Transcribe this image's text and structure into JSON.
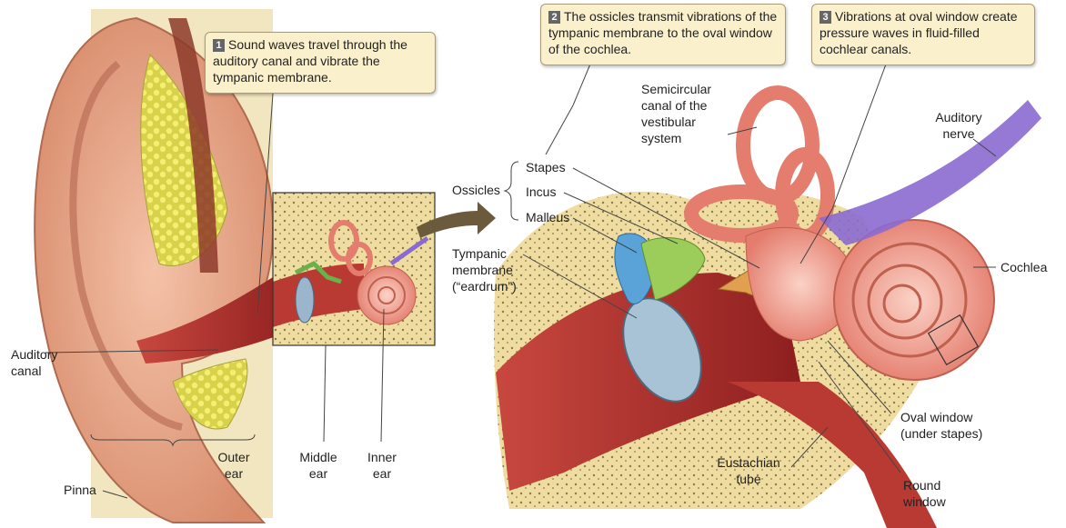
{
  "callouts": [
    {
      "number": "1",
      "text": "Sound waves travel through the auditory canal and vibrate the tympanic membrane."
    },
    {
      "number": "2",
      "text": "The ossicles transmit vibrations of the tympanic membrane to the oval window of the cochlea."
    },
    {
      "number": "3",
      "text": "Vibrations at oval window create pressure waves in fluid-filled cochlear canals."
    }
  ],
  "labels": {
    "auditory_canal": "Auditory canal",
    "pinna": "Pinna",
    "outer_ear": "Outer ear",
    "middle_ear": "Middle ear",
    "inner_ear": "Inner ear",
    "ossicles": "Ossicles",
    "stapes": "Stapes",
    "incus": "Incus",
    "malleus": "Malleus",
    "tympanic_membrane": "Tympanic membrane (“eardrum”)",
    "semicircular_canal": "Semicircular canal of the vestibular system",
    "auditory_nerve": "Auditory nerve",
    "cochlea": "Cochlea",
    "oval_window": "Oval window (under stapes)",
    "eustachian_tube": "Eustachian tube",
    "round_window": "Round window"
  },
  "colors": {
    "skin": "#e9a98c",
    "skin_dark": "#c97a5c",
    "bone": "#f1e2a8",
    "fat": "#f2ea5a",
    "canal_red": "#b8322f",
    "canal_dark": "#8e1f1f",
    "eardrum": "#a9c3d6",
    "malleus": "#5aa3d8",
    "incus": "#9ccc5a",
    "stapes": "#e0a050",
    "cochlea": "#f2a79a",
    "nerve": "#8a6ad0",
    "callout_bg": "#fbf0cc",
    "arrow": "#6b5a3c"
  }
}
